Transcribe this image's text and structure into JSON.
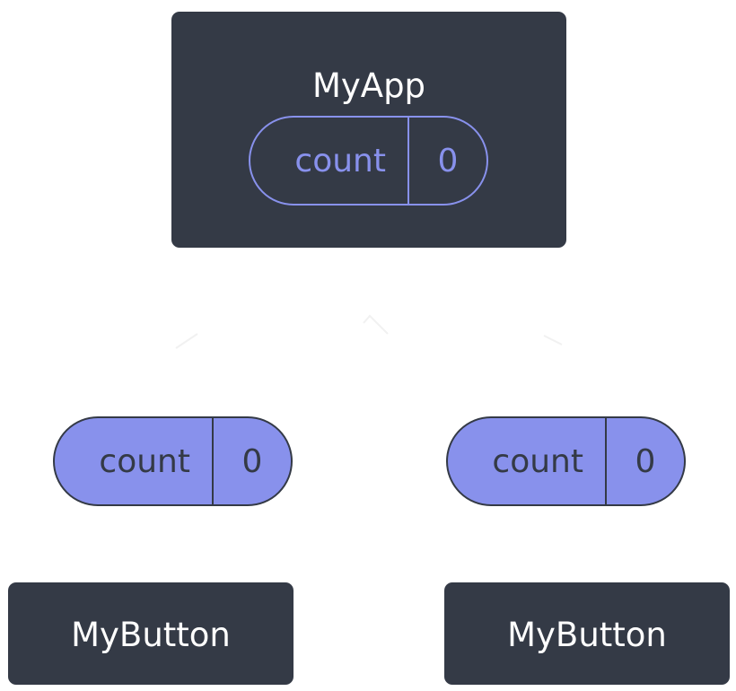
{
  "root": {
    "title": "MyApp",
    "state": {
      "key": "count",
      "value": "0"
    }
  },
  "children": [
    {
      "title": "MyButton",
      "prop": {
        "key": "count",
        "value": "0"
      }
    },
    {
      "title": "MyButton",
      "prop": {
        "key": "count",
        "value": "0"
      }
    }
  ],
  "colors": {
    "node": "#343a46",
    "accent": "#8891ec",
    "background": "#ffffff"
  }
}
